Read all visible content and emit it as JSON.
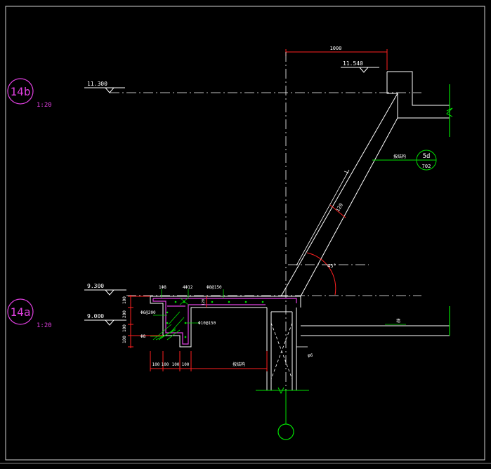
{
  "drawing": {
    "elevations": {
      "el_11300": "11.300",
      "el_11540": "11.540",
      "el_9300": "9.300",
      "el_9000": "9.000"
    },
    "section_tags": {
      "tag_14b": "14b",
      "tag_14a": "14a",
      "scale_14b": "1:20",
      "scale_14a": "1:20"
    },
    "detail_ref": {
      "top": "5d",
      "bottom": "702"
    },
    "dimensions": {
      "top_span": "1000",
      "v1": "100",
      "v2": "200",
      "v3": "100",
      "v4": "100",
      "h1": "100",
      "h2": "100",
      "h3": "100",
      "h4": "100",
      "slab_label": "按结构",
      "slab_thk": "120",
      "slope_thk": "120",
      "angle": "45°"
    },
    "rebar_labels": {
      "r1": "1Φ8",
      "r2": "4Φ12",
      "r3": "Φ8@150",
      "r4": "Φ6@200",
      "r5": "Φ10@150",
      "r6": "Φ8",
      "r7": "按结构",
      "r8": "φ6",
      "r9": "墙"
    }
  }
}
